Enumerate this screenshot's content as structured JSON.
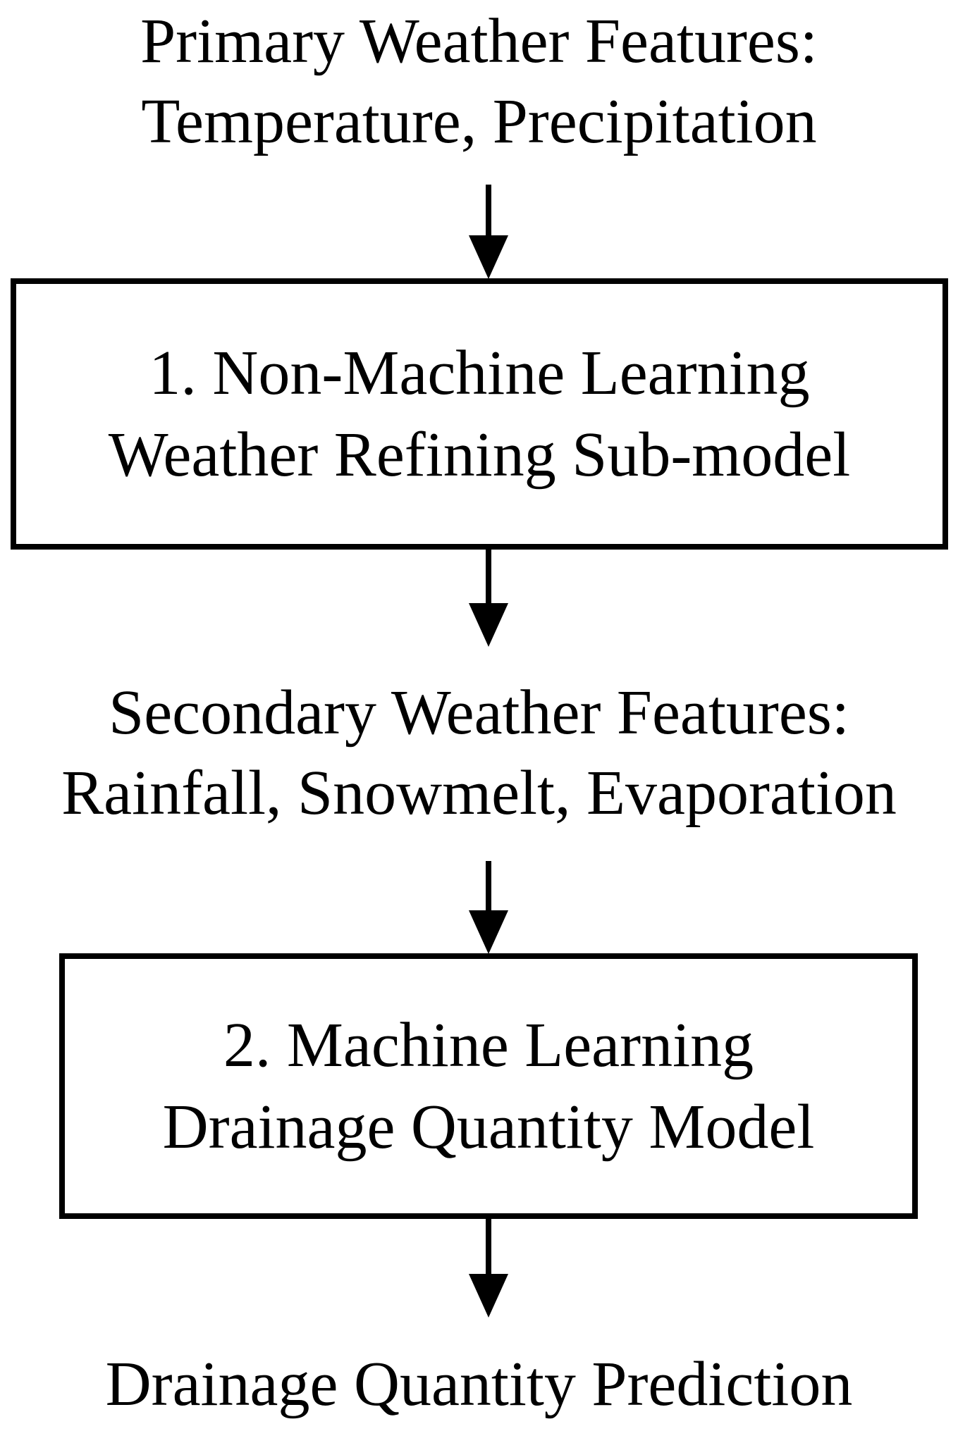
{
  "diagram": {
    "title": "Drainage quantity prediction model flowchart",
    "colors": {
      "ink": "#000000",
      "background": "#ffffff"
    },
    "nodes": [
      {
        "type": "text",
        "id": "primary-features",
        "lines": [
          "Primary Weather Features:",
          "Temperature, Precipitation"
        ]
      },
      {
        "type": "box",
        "id": "non-ml-submodel",
        "lines": [
          "1. Non-Machine Learning",
          "Weather Refining Sub-model"
        ]
      },
      {
        "type": "text",
        "id": "secondary-features",
        "lines": [
          "Secondary Weather Features:",
          "Rainfall, Snowmelt, Evaporation"
        ]
      },
      {
        "type": "box",
        "id": "ml-model",
        "lines": [
          "2. Machine Learning",
          "Drainage Quantity Model"
        ]
      },
      {
        "type": "text",
        "id": "prediction-output",
        "lines": [
          "Drainage Quantity Prediction"
        ]
      }
    ],
    "connectors": [
      {
        "from": "primary-features",
        "to": "non-ml-submodel",
        "shape": "down-arrow"
      },
      {
        "from": "non-ml-submodel",
        "to": "secondary-features",
        "shape": "down-arrow"
      },
      {
        "from": "secondary-features",
        "to": "ml-model",
        "shape": "down-arrow"
      },
      {
        "from": "ml-model",
        "to": "prediction-output",
        "shape": "down-arrow"
      }
    ]
  }
}
